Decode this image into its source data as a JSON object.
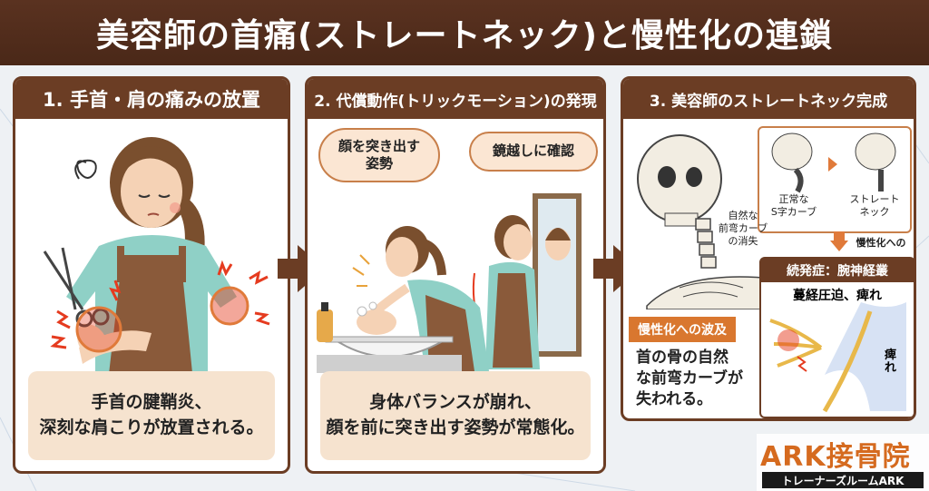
{
  "title": "美容師の首痛(ストレートネック)と慢性化の連鎖",
  "panels": [
    {
      "heading": "1. 手首・肩の痛みの放置",
      "caption_line1": "手首の腱鞘炎、",
      "caption_line2": "深刻な肩こりが放置される。"
    },
    {
      "heading": "2. 代償動作(トリックモーション)の発現",
      "bubble_left_line1": "顔を突き出す",
      "bubble_left_line2": "姿勢",
      "bubble_right": "鏡越しに確認",
      "caption_line1": "身体バランスが崩れ、",
      "caption_line2": "顔を前に突き出す姿勢が常態化。"
    },
    {
      "heading": "3. 美容師のストレートネック完成",
      "normal_label_line1": "正常な",
      "normal_label_line2": "S字カーブ",
      "straight_label_line1": "ストレート",
      "straight_label_line2": "ネック",
      "curve_loss_line1": "自然な",
      "curve_loss_line2": "前弯カーブ",
      "curve_loss_line3": "の消失",
      "chronic_arrow": "慢性化への",
      "complication_head": "続発症：腕神経叢",
      "complication_sub": "蔓経圧迫、痺れ",
      "numb_label": "痺れ",
      "wave_tag": "慢性化への波及",
      "text_line1": "首の骨の自然",
      "text_line2": "な前弯カーブが",
      "text_line3": "失われる。"
    }
  ],
  "logo": {
    "main": "ARK接骨院",
    "sub": "トレーナーズルームARK"
  },
  "colors": {
    "brown": "#6b3d24",
    "orange": "#d9772f",
    "cream": "#f6e3cf",
    "pain_red": "#e53b1f"
  }
}
